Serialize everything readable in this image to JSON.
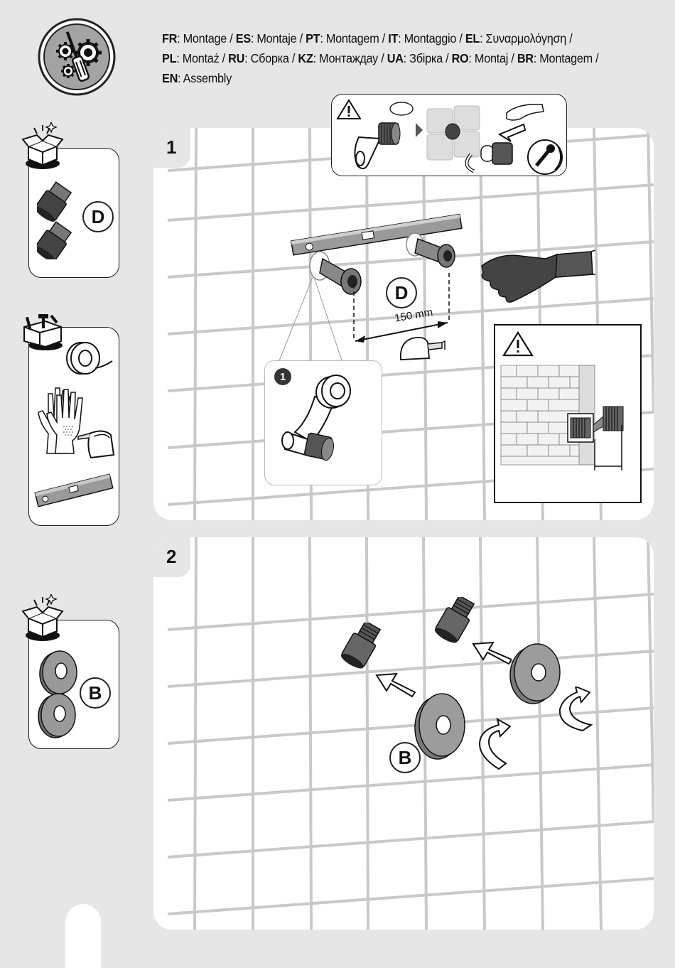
{
  "header": {
    "languages": [
      {
        "code": "FR",
        "text": "Montage",
        "sep": " / "
      },
      {
        "code": "ES",
        "text": "Montaje",
        "sep": " / "
      },
      {
        "code": "PT",
        "text": "Montagem",
        "sep": " / "
      },
      {
        "code": "IT",
        "text": "Montaggio",
        "sep": " / "
      },
      {
        "code": "EL",
        "text": "Συναρμολόγηση",
        "sep": " /"
      },
      {
        "code": "PL",
        "text": "Montaż",
        "sep": " / "
      },
      {
        "code": "RU",
        "text": "Сборка",
        "sep": " / "
      },
      {
        "code": "KZ",
        "text": "Монтаждау",
        "sep": " / "
      },
      {
        "code": "UA",
        "text": "Збірка",
        "sep": " / "
      },
      {
        "code": "RO",
        "text": "Montaj",
        "sep": " / "
      },
      {
        "code": "BR",
        "text": "Montagem",
        "sep": " /"
      },
      {
        "code": "EN",
        "text": "Assembly",
        "sep": ""
      }
    ],
    "icon": "gears-screwdriver-icon"
  },
  "side_panels": {
    "parts_d": {
      "label": "D",
      "icon": "open-box-icon"
    },
    "tools": {
      "icon": "toolbox-icon"
    },
    "parts_b": {
      "label": "B",
      "icon": "open-box-icon"
    }
  },
  "step1": {
    "number": "1",
    "part_label": "D",
    "dimension": "150 mm",
    "detail_number": "1",
    "icons": [
      "warning-icon",
      "wrench-rotate-icon",
      "glove-icon",
      "spirit-level-icon",
      "tape-measure-icon"
    ]
  },
  "step2": {
    "number": "2",
    "part_label": "B"
  }
}
